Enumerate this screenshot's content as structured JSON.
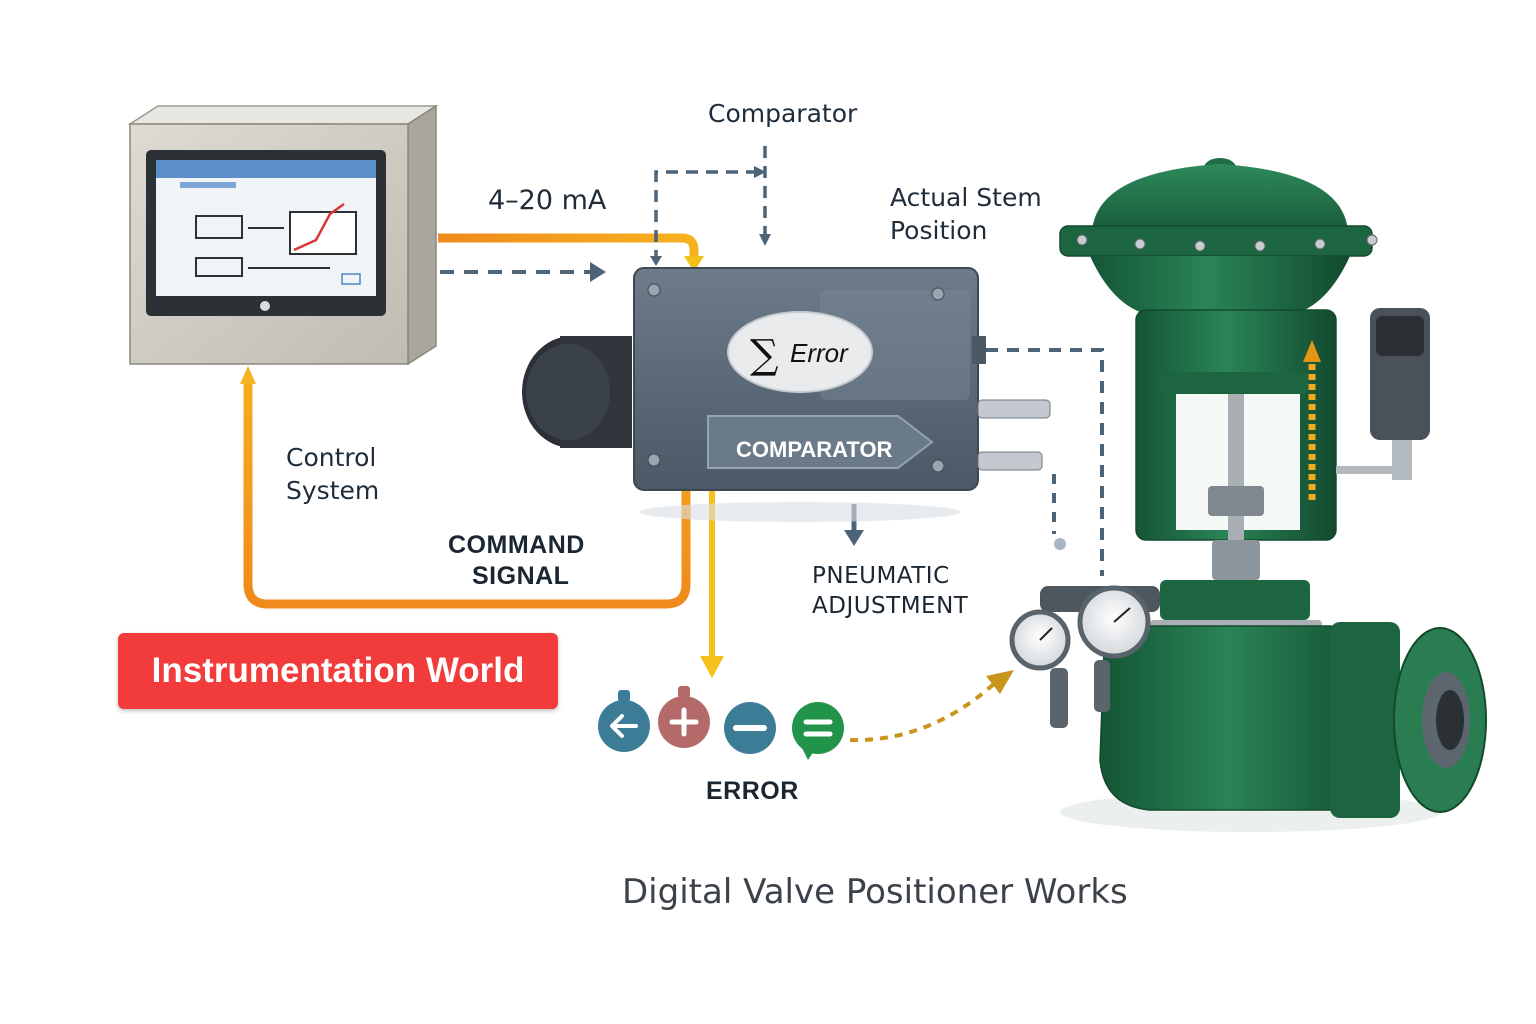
{
  "labels": {
    "comparator_top": "Comparator",
    "signal_ma": "4–20 mA",
    "actual_stem_line1": "Actual Stem",
    "actual_stem_line2": "Position",
    "control_system_line1": "Control",
    "control_system_line2": "System",
    "command_signal_line1": "COMMAND",
    "command_signal_line2": "SIGNAL",
    "pneumatic_line1": "PNEUMATIC",
    "pneumatic_line2": "ADJUSTMENT",
    "error": "ERROR",
    "error_bubble": "Error",
    "error_sigma": "∑",
    "comparator_plate": "COMPARATOR"
  },
  "brand": {
    "text": "Instrumentation World",
    "color": "#f23b3b"
  },
  "title": "Digital Valve Positioner Works",
  "error_states": [
    {
      "name": "arrow-left-icon",
      "color": "#3d7c96"
    },
    {
      "name": "plus-icon",
      "color": "#b56a6a"
    },
    {
      "name": "minus-icon",
      "color": "#3d7c96"
    },
    {
      "name": "equals-icon",
      "color": "#22944a"
    }
  ],
  "colors": {
    "signal_orange": "#f39a1e",
    "signal_yellow": "#f4c01a",
    "dashed_line": "#4d6478",
    "valve_green": "#1f6b44",
    "positioner_body": "#5c6b7a"
  }
}
